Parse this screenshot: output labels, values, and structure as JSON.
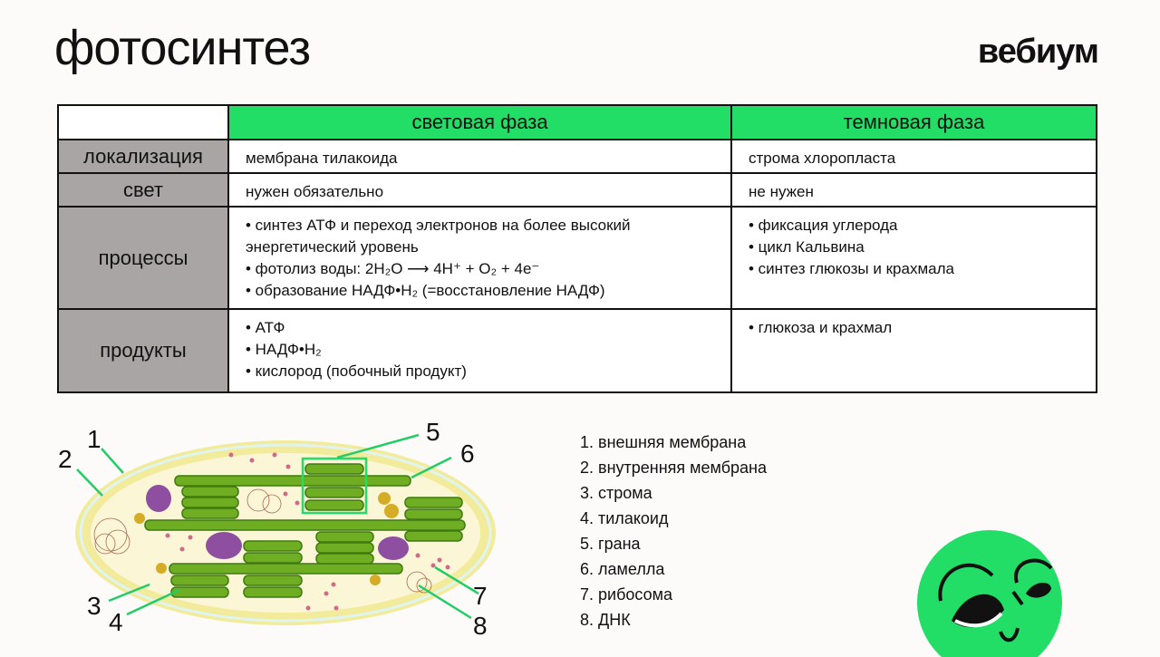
{
  "title": "фотосинтез",
  "brand": "вебиум",
  "table": {
    "headers": [
      "световая фаза",
      "темновая фаза"
    ],
    "rows": [
      {
        "label": "локализация",
        "light": [
          "мембрана тилакоида"
        ],
        "dark": [
          "строма хлоропласта"
        ]
      },
      {
        "label": "свет",
        "light": [
          "нужен обязательно"
        ],
        "dark": [
          "не нужен"
        ]
      },
      {
        "label": "процессы",
        "light": [
          "• синтез АТФ и переход электронов на более высокий энергетический уровень",
          "• фотолиз воды: 2H₂O ⟶ 4H⁺ + O₂ + 4e⁻",
          "• образование НАДФ•H₂  (=восстановление НАДФ)"
        ],
        "dark": [
          "• фиксация углерода",
          "• цикл Кальвина",
          "• синтез глюкозы и крахмала"
        ]
      },
      {
        "label": "продукты",
        "light": [
          "• АТФ",
          "• НАДФ•H₂",
          "• кислород (побочный продукт)"
        ],
        "dark": [
          "• глюкоза и крахмал"
        ]
      }
    ]
  },
  "diagram": {
    "labels": [
      "1",
      "2",
      "3",
      "4",
      "5",
      "6",
      "7",
      "8"
    ]
  },
  "legend": [
    "1. внешняя мембрана",
    "2. внутренняя мембрана",
    "3. строма",
    "4. тилакоид",
    "5. грана",
    "6. ламелла",
    "7. рибосома",
    "8. ДНК"
  ],
  "colors": {
    "accent": "#22dd66",
    "label_bg": "#aaa5a5"
  }
}
